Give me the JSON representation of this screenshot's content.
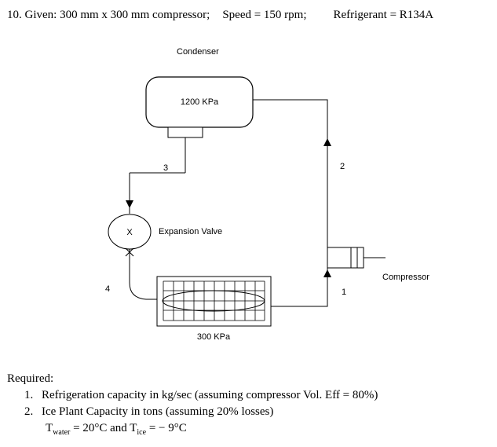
{
  "header": {
    "problem": "10. Given: 300 mm x 300 mm compressor;",
    "speed": "Speed = 150 rpm;",
    "refrigerant": "Refrigerant = R134A"
  },
  "diagram": {
    "condenser_label": "Condenser",
    "condenser_pressure": "1200 KPa",
    "state_3": "3",
    "state_2": "2",
    "state_1": "1",
    "state_4": "4",
    "valve_symbol": "X",
    "valve_label": "Expansion Valve",
    "evaporator_pressure": "300 KPa",
    "compressor_label": "Compressor"
  },
  "required": {
    "heading": "Required:",
    "item1_num": "1.",
    "item1": "Refrigeration capacity in kg/sec (assuming compressor Vol. Eff = 80%)",
    "item2_num": "2.",
    "item2": "Ice Plant Capacity in tons (assuming 20% losses)",
    "temp_t1": "T",
    "temp_sub1": "water",
    "temp_mid": " = 20°C and T",
    "temp_sub2": "ice",
    "temp_end": " = − 9°C"
  }
}
